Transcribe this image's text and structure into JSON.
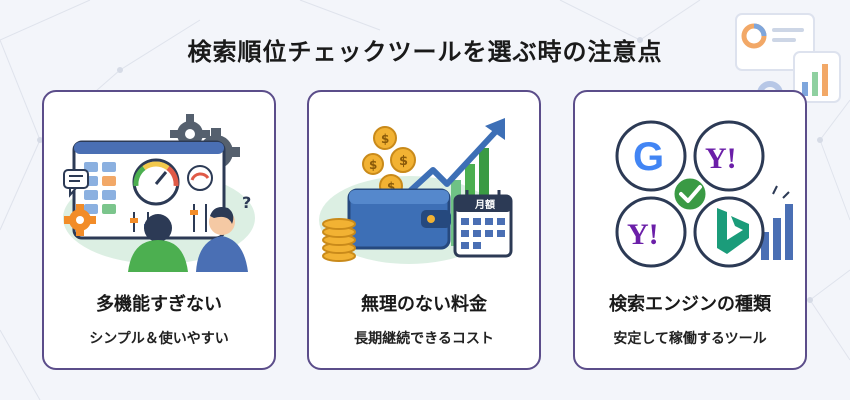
{
  "page_title": "検索順位チェックツールを選ぶ時の注意点",
  "cards": [
    {
      "title": "多機能すぎない",
      "subtitle": "シンプル＆使いやすい"
    },
    {
      "title": "無理のない料金",
      "subtitle": "長期継続できるコスト",
      "calendar_label": "月額"
    },
    {
      "title": "検索エンジンの種類",
      "subtitle": "安定して稼働するツール",
      "engines": [
        {
          "icon": "google-logo",
          "label": "G"
        },
        {
          "icon": "yahoo-logo",
          "label": "Y!"
        },
        {
          "icon": "yahoo-logo",
          "label": "Y!"
        },
        {
          "icon": "bing-logo"
        }
      ]
    }
  ],
  "colors": {
    "card_border": "#5b4d8a",
    "accent_green": "#4caf50",
    "accent_orange": "#f28c28",
    "accent_blue": "#3d6fb6",
    "background": "#f3f5fa"
  }
}
